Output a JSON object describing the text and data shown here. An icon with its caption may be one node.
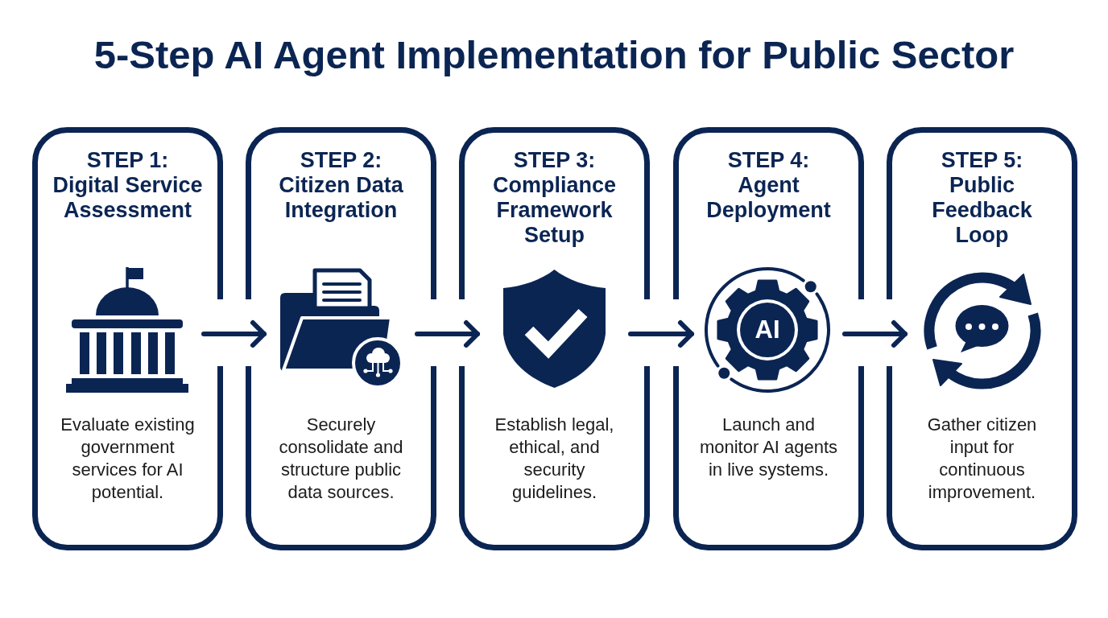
{
  "diagram": {
    "title": "5-Step AI Agent Implementation for Public Sector",
    "nodes": [
      {
        "text": [
          "STEP 1:",
          "Digital Service Assessment",
          "Evaluate existing government services for AI potential."
        ]
      },
      {
        "text": [
          "STEP 2:",
          "Citizen Data Integration",
          "Securely consolidate and structure public data sources."
        ]
      },
      {
        "text": [
          "STEP 3:",
          "Compliance Framework Setup",
          "Establish legal, ethical, and security guidelines."
        ]
      },
      {
        "text": [
          "STEP 4:",
          "Agent Deployment",
          "AI",
          "Launch and monitor AI agents in live systems."
        ]
      },
      {
        "text": [
          "STEP 5:",
          "Public Feedback Loop",
          "Gather citizen input for continuous improvement."
        ]
      }
    ],
    "edges": [
      {
        "from": 0,
        "to": 1,
        "arrow": "to"
      },
      {
        "from": 1,
        "to": 2,
        "arrow": "to"
      },
      {
        "from": 2,
        "to": 3,
        "arrow": "to"
      },
      {
        "from": 3,
        "to": 4,
        "arrow": "to"
      }
    ]
  }
}
